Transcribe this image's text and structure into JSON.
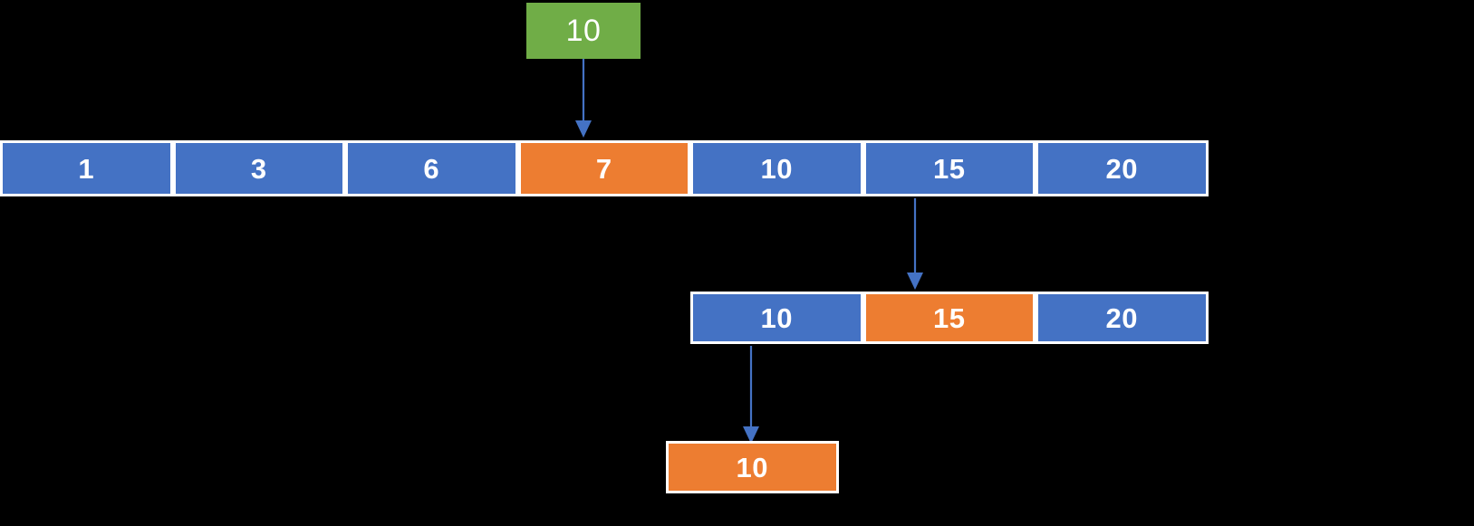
{
  "diagram": {
    "title_hidden": "",
    "colors": {
      "background": "#000000",
      "blue": "#4472c4",
      "orange": "#ed7d31",
      "green": "#70ad47",
      "border": "#ffffff",
      "arrow": "#4472c4"
    },
    "search_key": {
      "label": "10"
    },
    "arrays": [
      {
        "name": "full-array",
        "cells": [
          {
            "value": "1",
            "state": "normal"
          },
          {
            "value": "3",
            "state": "normal"
          },
          {
            "value": "6",
            "state": "normal"
          },
          {
            "value": "7",
            "state": "highlighted"
          },
          {
            "value": "10",
            "state": "normal"
          },
          {
            "value": "15",
            "state": "normal"
          },
          {
            "value": "20",
            "state": "normal"
          }
        ]
      },
      {
        "name": "right-subarray",
        "cells": [
          {
            "value": "10",
            "state": "normal"
          },
          {
            "value": "15",
            "state": "highlighted"
          },
          {
            "value": "20",
            "state": "normal"
          }
        ]
      },
      {
        "name": "final-subarray",
        "cells": [
          {
            "value": "10",
            "state": "highlighted"
          }
        ]
      }
    ],
    "arrows": [
      {
        "name": "arrow-key-to-mid-1",
        "from": "search-key",
        "to": "full-array-cell-3"
      },
      {
        "name": "arrow-mid-to-subarray",
        "from": "full-array-cell-5",
        "to": "right-subarray-cell-1"
      },
      {
        "name": "arrow-subarray-to-final",
        "from": "right-subarray-cell-0",
        "to": "final-subarray-cell-0"
      }
    ]
  }
}
